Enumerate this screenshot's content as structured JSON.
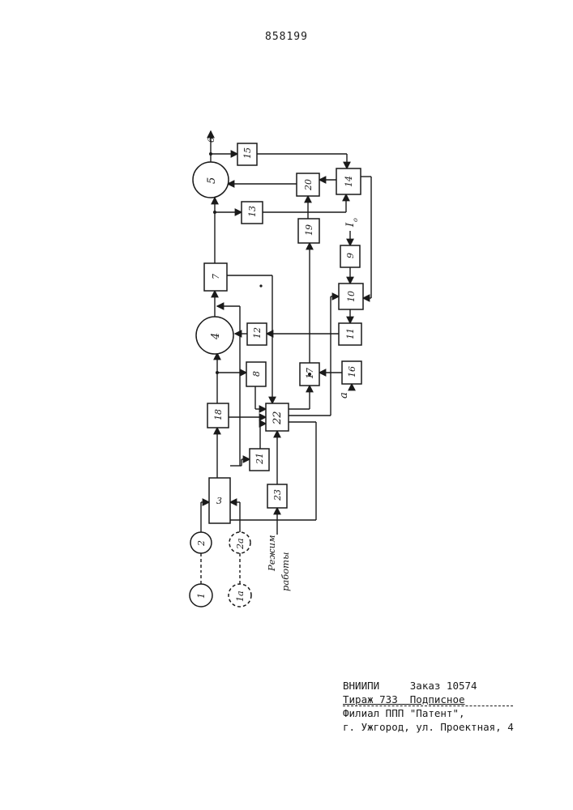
{
  "page_number": "858199",
  "diagram": {
    "blocks": {
      "b1": "1",
      "b1a": "1a",
      "b2": "2",
      "b2a": "2a",
      "b3": "3",
      "b4": "4",
      "b5": "5",
      "b7": "7",
      "b8": "8",
      "b9": "9",
      "b10": "10",
      "b11": "11",
      "b12": "12",
      "b13": "13",
      "b14": "14",
      "b15": "15",
      "b16": "16",
      "b17": "17",
      "b18": "18",
      "b19": "19",
      "b20": "20",
      "b21": "21",
      "b22": "22",
      "b23": "23"
    },
    "labels": {
      "output": "6",
      "i0": "I",
      "i0_sub": "o",
      "alpha": "a",
      "mode_line1": "Режим",
      "mode_line2": "работы"
    }
  },
  "imprint": {
    "line1": "ВНИИПИ     Заказ 10574",
    "line2": "Тираж 733  Подписное",
    "line3": "Филиал ППП \"Патент\",",
    "line4": "г. Ужгород, ул. Проектная, 4"
  }
}
